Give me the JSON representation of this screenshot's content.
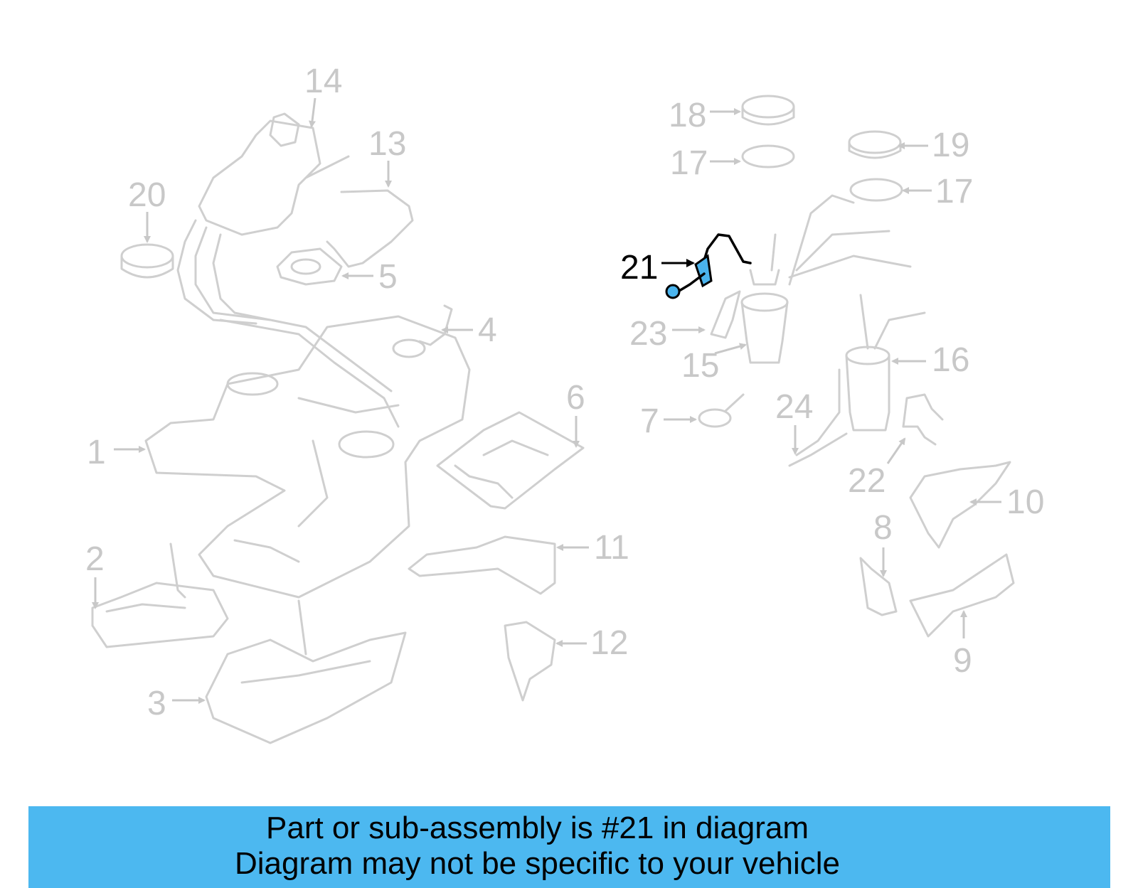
{
  "diagram": {
    "highlighted_part": "21",
    "highlight_color": "#4cb8f0",
    "callouts": {
      "p1": "1",
      "p2": "2",
      "p3": "3",
      "p4": "4",
      "p5": "5",
      "p6": "6",
      "p7": "7",
      "p8": "8",
      "p9": "9",
      "p10": "10",
      "p11": "11",
      "p12": "12",
      "p13": "13",
      "p14": "14",
      "p15": "15",
      "p16": "16",
      "p17a": "17",
      "p17b": "17",
      "p18": "18",
      "p19": "19",
      "p20": "20",
      "p21": "21",
      "p22": "22",
      "p23": "23",
      "p24": "24"
    }
  },
  "banner": {
    "line1": "Part or sub-assembly is #21 in diagram",
    "line2": "Diagram may not be specific to your vehicle",
    "background": "#4cb8f0"
  }
}
